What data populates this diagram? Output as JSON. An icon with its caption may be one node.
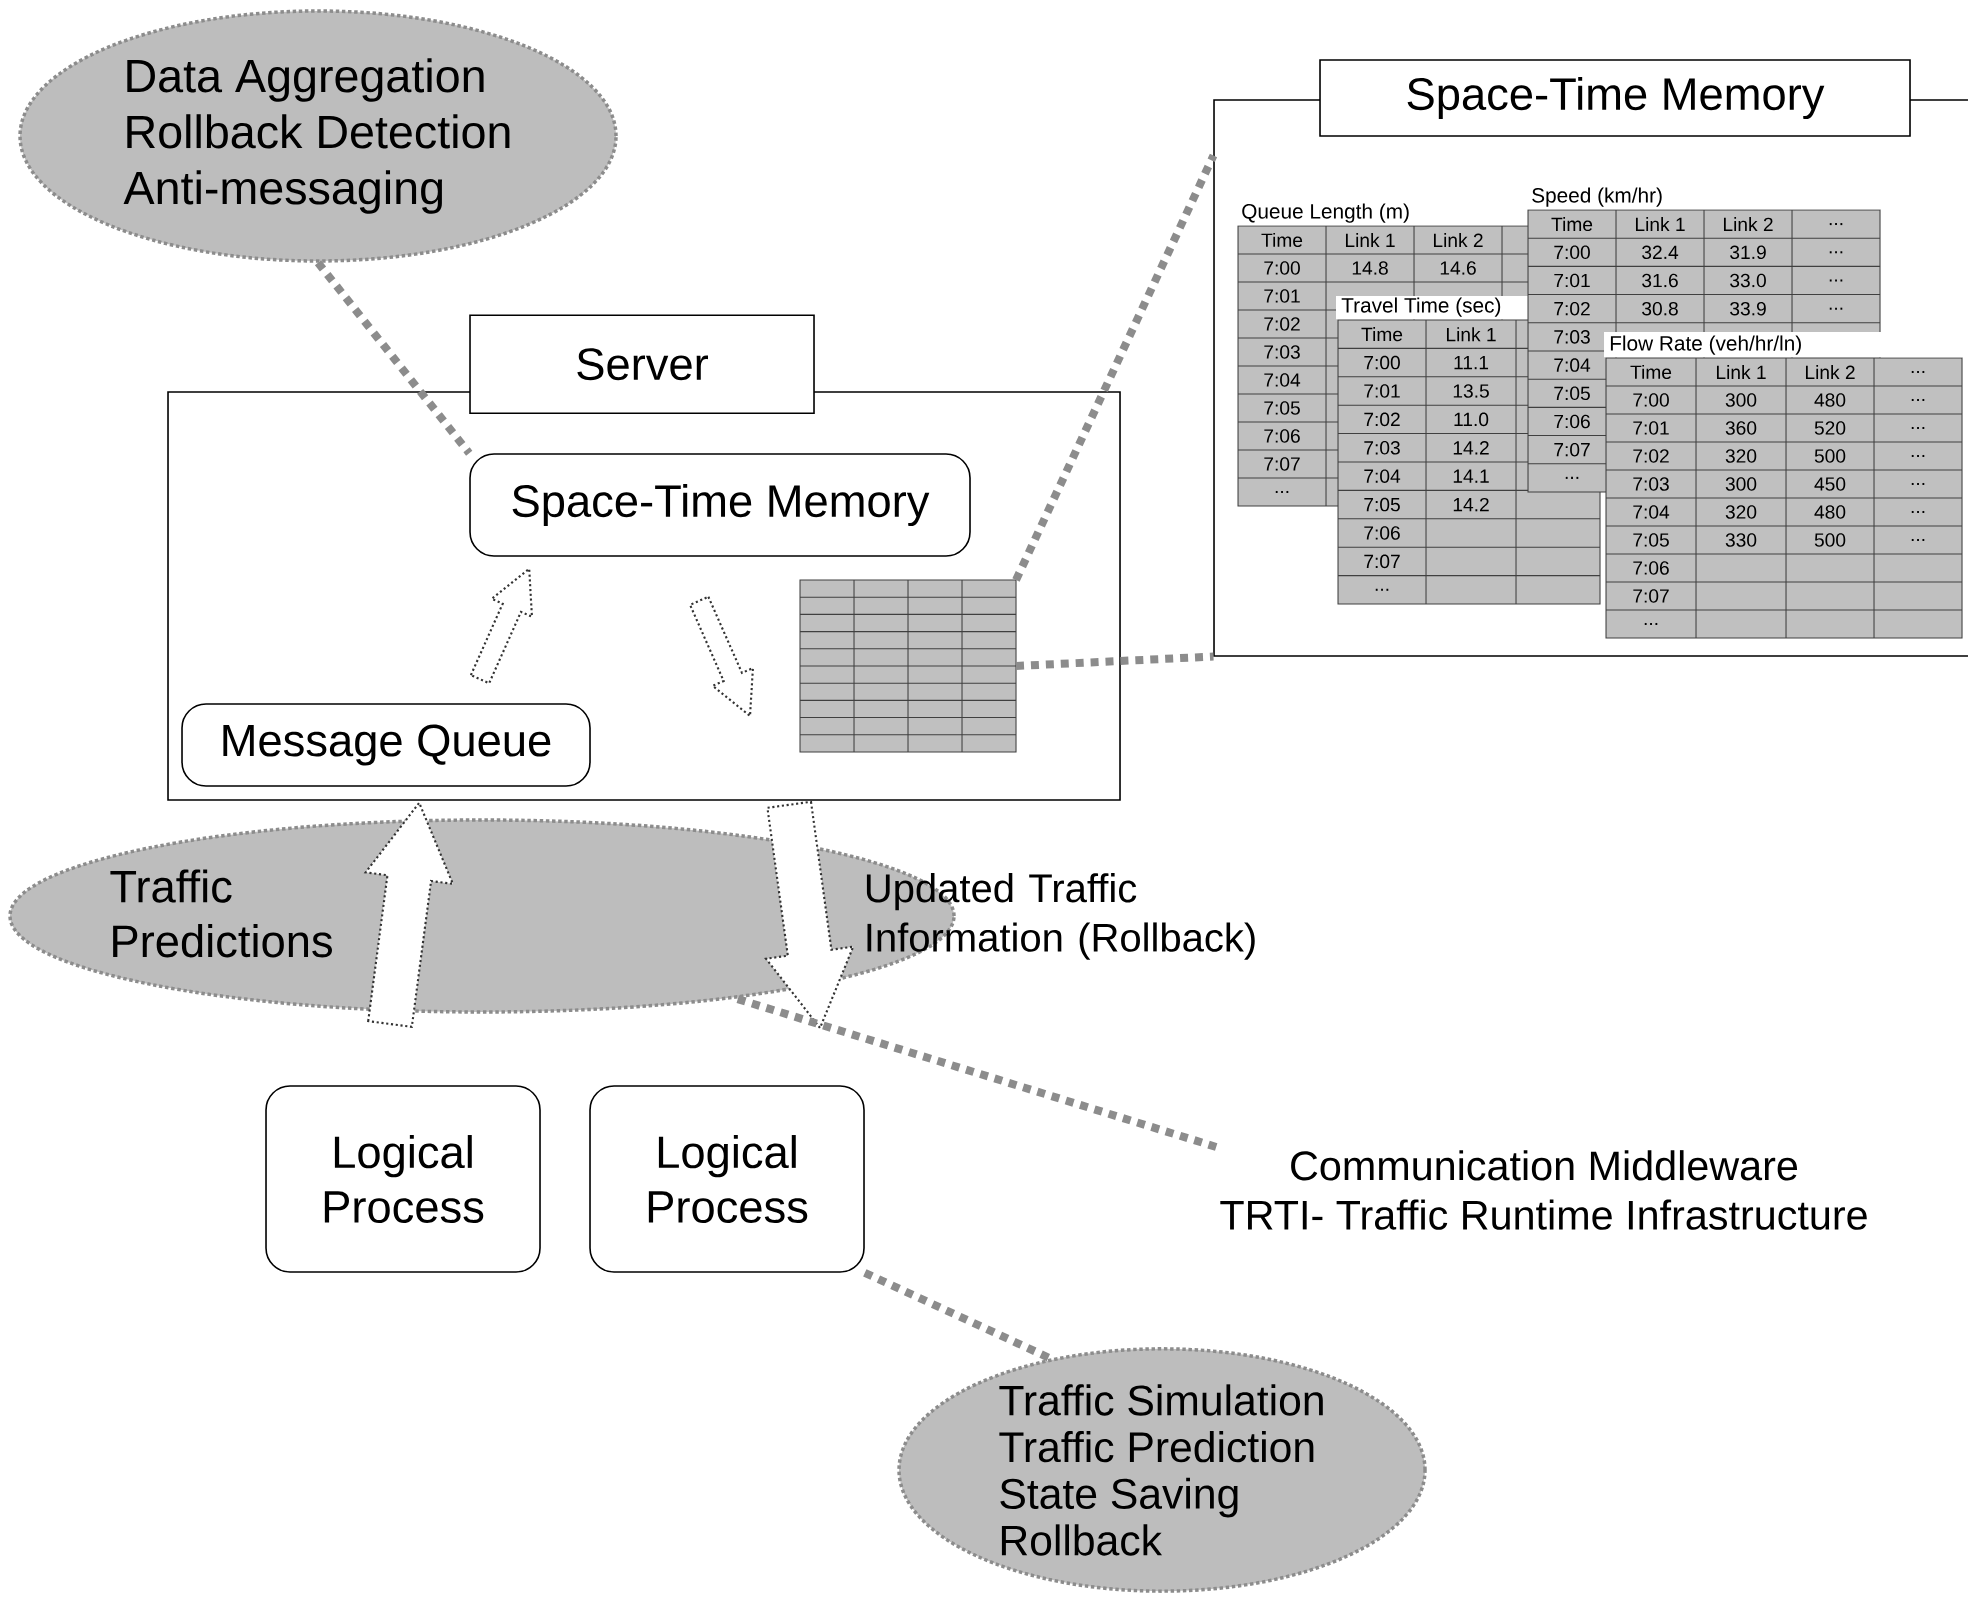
{
  "diagram": {
    "nodes": [
      {
        "text": [
          "Data Aggregation",
          "Rollback Detection",
          "Anti-messaging"
        ]
      },
      {
        "text": [
          "Server"
        ]
      },
      {
        "text": [
          "Space-Time Memory"
        ],
        "in": 1
      },
      {
        "text": [
          "Message Queue"
        ],
        "in": 1
      },
      {
        "text": [],
        "shape": "table",
        "in": 1
      },
      {
        "text": [
          "Space-Time Memory"
        ]
      },
      {
        "text": [],
        "shape": "ellipse"
      },
      {
        "text": [
          "Communication Middleware",
          "TRTI- Traffic Runtime Infrastructure"
        ]
      },
      {
        "text": [
          "Logical Process"
        ]
      },
      {
        "text": [
          "Logical Process"
        ]
      },
      {
        "text": [
          "Traffic Simulation",
          "Traffic Prediction",
          "State Saving",
          "Rollback"
        ]
      }
    ],
    "edges": [
      {
        "from": 0,
        "to": 2,
        "arrow": "none"
      },
      {
        "from": 3,
        "to": 2,
        "arrow": "to",
        "style": "thick"
      },
      {
        "from": 2,
        "to": 4,
        "arrow": "to",
        "style": "thick"
      },
      {
        "from": 4,
        "to": 5,
        "arrow": "none"
      },
      {
        "from": 4,
        "to": 5,
        "arrow": "none"
      },
      {
        "from": null,
        "to": 1,
        "arrow": "to",
        "style": "thick",
        "label": "Traffic Predictions"
      },
      {
        "from": 1,
        "to": null,
        "arrow": "to",
        "style": "thick",
        "label": "Updated Traffic Information (Rollback)"
      },
      {
        "from": 7,
        "to": 6,
        "arrow": "none"
      },
      {
        "from": 9,
        "to": 10,
        "arrow": "none"
      }
    ],
    "labels": [
      "Queue Length (m)",
      "Time",
      "Link 1",
      "Link 2",
      "7:00",
      "14.8",
      "14.6",
      "7:01",
      "7:02",
      "7:03",
      "7:04",
      "7:05",
      "7:06",
      "7:07",
      "...",
      "Travel Time (sec)",
      "Time",
      "Link 1",
      "7:00",
      "11.1",
      "7:01",
      "13.5",
      "7:02",
      "11.0",
      "7:03",
      "14.2",
      "7:04",
      "14.1",
      "7:05",
      "14.2",
      "7:06",
      "7:07",
      "...",
      "Speed (km/hr)",
      "Time",
      "Link 1",
      "Link 2",
      "...",
      "7:00",
      "32.4",
      "31.9",
      "...",
      "7:01",
      "31.6",
      "33.0",
      "...",
      "7:02",
      "30.8",
      "33.9",
      "...",
      "7:03",
      "7:04",
      "7:05",
      "7:06",
      "7:07",
      "...",
      "Flow Rate (veh/hr/ln)",
      "Time",
      "Link 1",
      "Link 2",
      "...",
      "7:00",
      "300",
      "480",
      "...",
      "7:01",
      "360",
      "520",
      "...",
      "7:02",
      "320",
      "500",
      "...",
      "7:03",
      "300",
      "450",
      "...",
      "7:04",
      "320",
      "480",
      "...",
      "7:05",
      "330",
      "500",
      "...",
      "7:06",
      "7:07",
      "..."
    ]
  }
}
